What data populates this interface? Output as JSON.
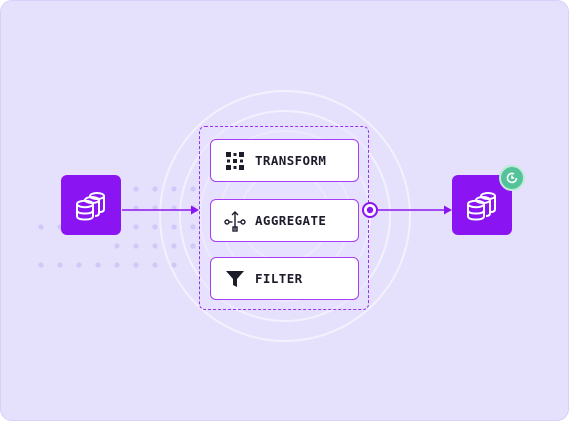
{
  "pipeline": {
    "source": {
      "icon": "database-stack-icon"
    },
    "destination": {
      "icon": "database-stack-icon",
      "badge_icon": "refresh-icon"
    },
    "steps": [
      {
        "label": "TRANSFORM",
        "icon": "grid-nodes-icon"
      },
      {
        "label": "AGGREGATE",
        "icon": "merge-arrow-icon"
      },
      {
        "label": "FILTER",
        "icon": "funnel-icon"
      }
    ]
  },
  "colors": {
    "background": "#e5e1fd",
    "accent": "#8b15f2",
    "step_border": "#a53ef5",
    "badge": "#54c39a",
    "text": "#1d1c2b"
  }
}
